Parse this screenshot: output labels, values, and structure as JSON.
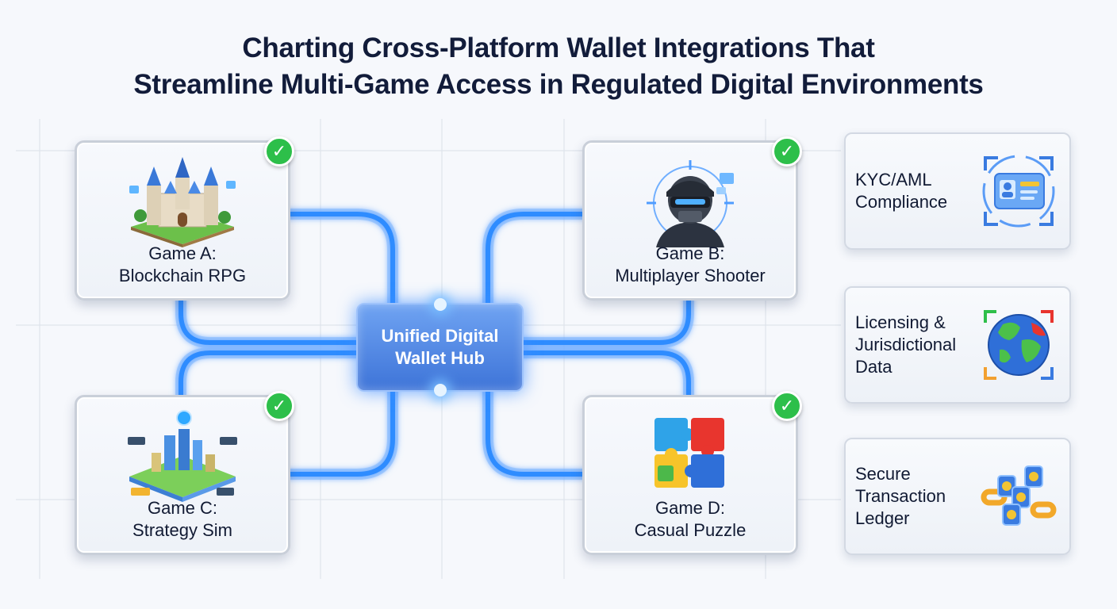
{
  "title": {
    "line1": "Charting Cross-Platform Wallet Integrations That",
    "line2": "Streamline Multi-Game Access in Regulated Digital Environments"
  },
  "hub": {
    "line1": "Unified Digital",
    "line2": "Wallet Hub"
  },
  "games": [
    {
      "line1": "Game A:",
      "line2": "Blockchain RPG",
      "icon": "castle-icon",
      "verified": true
    },
    {
      "line1": "Game B:",
      "line2": "Multiplayer Shooter",
      "icon": "soldier-helmet-icon",
      "verified": true
    },
    {
      "line1": "Game C:",
      "line2": "Strategy Sim",
      "icon": "city-map-icon",
      "verified": true
    },
    {
      "line1": "Game D:",
      "line2": "Casual Puzzle",
      "icon": "puzzle-pieces-icon",
      "verified": true
    }
  ],
  "compliance": [
    {
      "lines": [
        "KYC/AML",
        "Compliance"
      ],
      "icon": "id-card-icon"
    },
    {
      "lines": [
        "Licensing &",
        "Jurisdictional",
        "Data"
      ],
      "icon": "globe-icon"
    },
    {
      "lines": [
        "Secure",
        "Transaction",
        "Ledger"
      ],
      "icon": "chain-ledger-icon"
    }
  ],
  "colors": {
    "connector": "#2f8cff",
    "check": "#2dbf4a",
    "hub": "#4a82e0",
    "title": "#121c3a"
  }
}
